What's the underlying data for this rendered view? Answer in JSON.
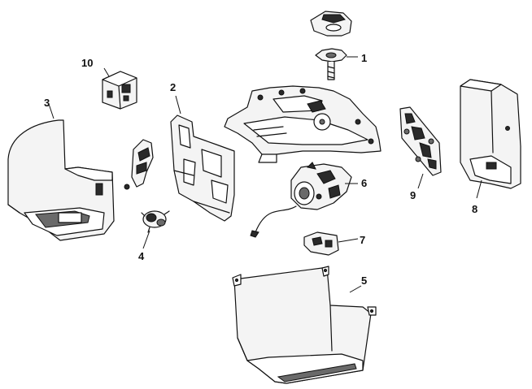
{
  "labels": {
    "item_1": "1",
    "item_2": "2",
    "item_3": "3",
    "item_4": "4",
    "item_5": "5",
    "item_6": "6",
    "item_7": "7",
    "item_8": "8",
    "item_9": "9",
    "item_10": "10"
  }
}
